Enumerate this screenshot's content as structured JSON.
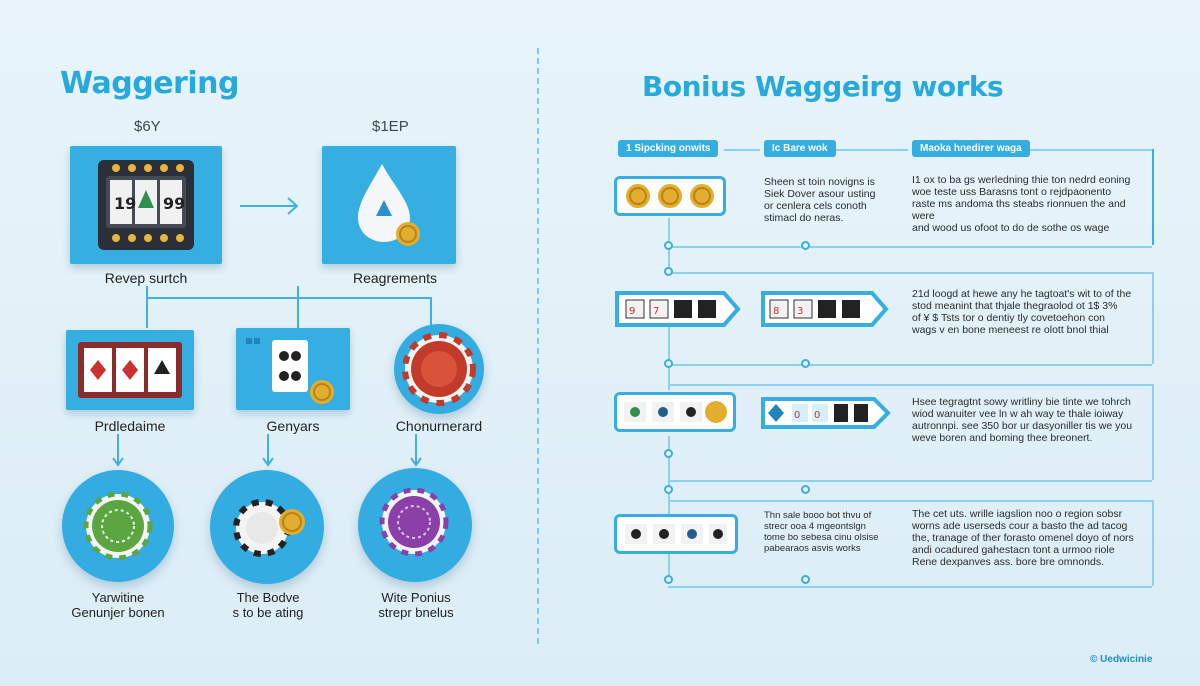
{
  "left": {
    "title": "Waggering",
    "steps": [
      "$6Y",
      "$1EP"
    ],
    "row1_labels": [
      "Revep surtch",
      "Reagrements"
    ],
    "row2_labels": [
      "Prdledaime",
      "Genyars",
      "Chonurnerard"
    ],
    "row3_captions": [
      [
        "Yarwitine",
        "Genunjer bonen"
      ],
      [
        "The Bodve",
        "s to be ating"
      ],
      [
        "Wite Ponius",
        "strepr bnelus"
      ]
    ]
  },
  "right": {
    "title": "Bonius Waggeirg works",
    "headers": [
      "1 Sipcking onwits",
      "Ic Bare wok",
      "Maoka hnedirer waga"
    ],
    "rows": [
      {
        "mid": [
          "Sheen st toin novigns is",
          "Siek Dover asour usting",
          "or cenlera cels conoth",
          "stimacl do neras."
        ],
        "right": [
          "I1 ox to ba gs werledning thie ton nedrd eoning",
          "woe teste uss Barasns tont o rejdpaonento",
          "raste ms andoma ths steabs rionnuen the and were",
          "and wood us ofoot to do de sothe os wage"
        ]
      },
      {
        "mid": [],
        "right": [
          "21d loogd at hewe any he tagtoat's wit to of the",
          "stod meanint that thjale thegraolod ot 1$ 3%",
          "of ¥ $ Tsts tor o dentiy tly covetoehon con",
          "wags v en bone meneest re olott bnol thial"
        ]
      },
      {
        "mid": [],
        "right": [
          "Hsee tegragtnt sowy writliny bie tinte we tohrch",
          "wiod wanuiter vee ln w ah way te thale ioiway",
          "autronnpi. see 350 bor ur dasyoniller tis we you",
          "weve boren and boming thee breonert."
        ]
      },
      {
        "mid": [
          "Thn sale booo bot thvu of",
          "strecr ooa 4 mgeontslgn",
          "tome bo sebesa cinu olsise",
          "pabearaos asvis works"
        ],
        "right": [
          "The cet uts. wrille iagslion noo o region sobsr",
          "worns ade userseds cour a basto the ad tacog",
          "the, tranage of ther forasto omenel doyo of nors",
          "andi ocadured gahestacn tont a urmoo riole",
          "Rene dexpanves ass. bore bre omnonds."
        ]
      }
    ]
  },
  "brand": "Uedwicinie",
  "colors": {
    "accent": "#27a9dc",
    "tile": "#35aee2",
    "background": "#e8f4fa"
  }
}
